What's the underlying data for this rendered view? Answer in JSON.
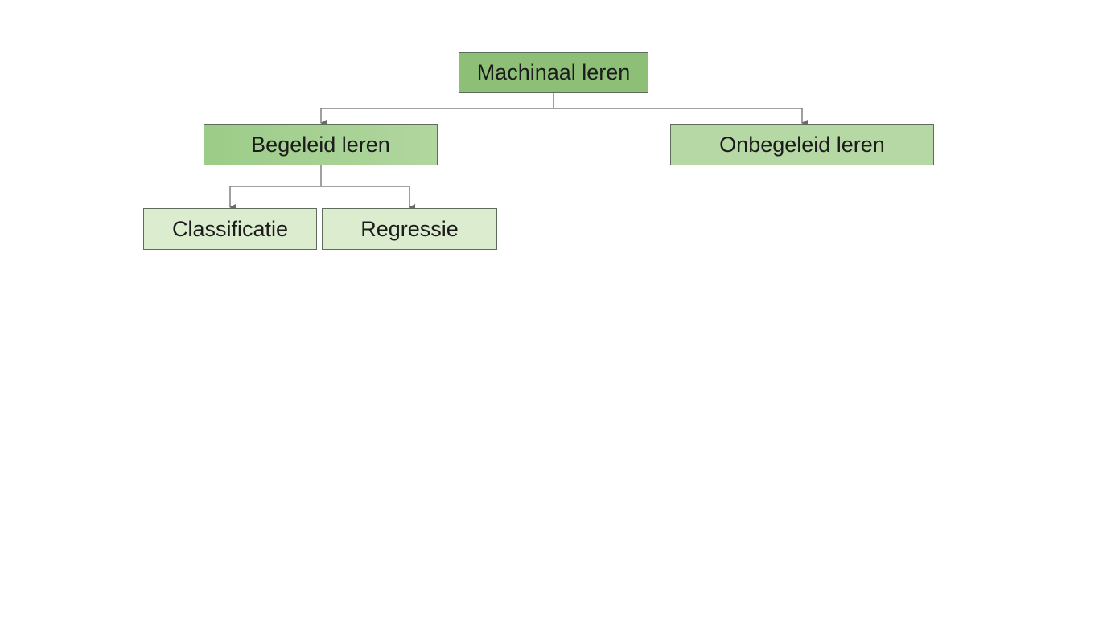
{
  "diagram": {
    "root": {
      "label": "Machinaal leren"
    },
    "supervised": {
      "label": "Begeleid leren",
      "children": [
        {
          "label": "Classificatie"
        },
        {
          "label": "Regressie"
        }
      ]
    },
    "unsupervised": {
      "label": "Onbegeleid leren"
    }
  },
  "colors": {
    "root_fill": "#8dbf77",
    "level1_fill": "#b1d69f",
    "level2_fill": "#dbeccf",
    "border": "#5f6b5c",
    "connector": "#6b6b6b"
  }
}
